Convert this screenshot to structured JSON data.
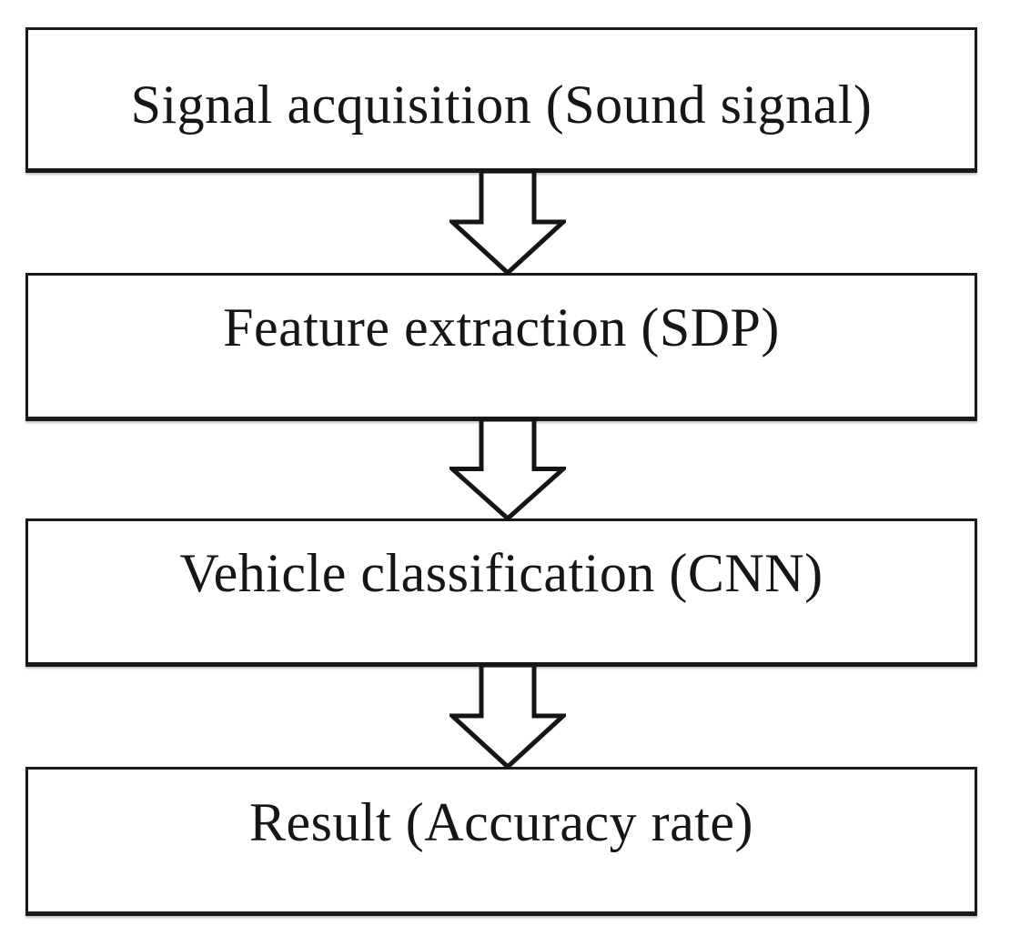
{
  "diagram": {
    "type": "flowchart",
    "direction": "top-to-bottom",
    "connector_style": "hollow-block-down-arrow",
    "steps": [
      {
        "label": "Signal acquisition (Sound signal)"
      },
      {
        "label": "Feature extraction (SDP)"
      },
      {
        "label": "Vehicle classification (CNN)"
      },
      {
        "label": "Result (Accuracy rate)"
      }
    ],
    "colors": {
      "background": "#ffffff",
      "box_fill": "#ffffff",
      "box_border": "#1a1a1a",
      "text": "#161616",
      "arrow_outline": "#151515",
      "arrow_fill": "#ffffff"
    }
  }
}
